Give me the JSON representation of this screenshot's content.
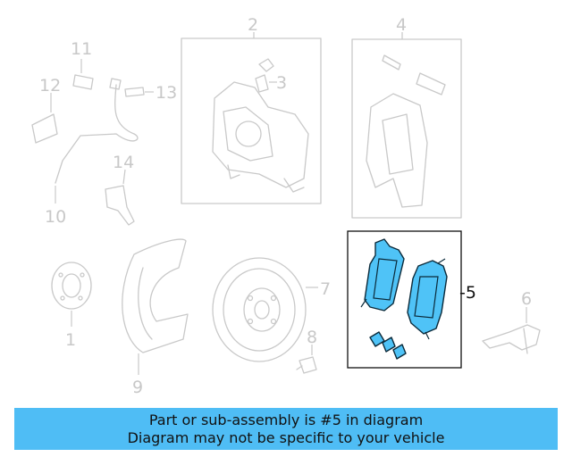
{
  "diagram": {
    "callouts": [
      {
        "id": "1",
        "label": "1"
      },
      {
        "id": "2",
        "label": "2"
      },
      {
        "id": "3",
        "label": "3"
      },
      {
        "id": "4",
        "label": "4"
      },
      {
        "id": "5",
        "label": "-5"
      },
      {
        "id": "6",
        "label": "6"
      },
      {
        "id": "7",
        "label": "7"
      },
      {
        "id": "8",
        "label": "8"
      },
      {
        "id": "9",
        "label": "9"
      },
      {
        "id": "10",
        "label": "10"
      },
      {
        "id": "11",
        "label": "11"
      },
      {
        "id": "12",
        "label": "12"
      },
      {
        "id": "13",
        "label": "13"
      },
      {
        "id": "14",
        "label": "14"
      }
    ],
    "highlighted_part": "5",
    "colors": {
      "highlight": "#4fc3f7",
      "faded": "#c9c9c9",
      "banner": "#4fbdf5"
    }
  },
  "banner": {
    "line1": "Part or sub-assembly is #5 in diagram",
    "line2": "Diagram may not be specific to your vehicle"
  }
}
